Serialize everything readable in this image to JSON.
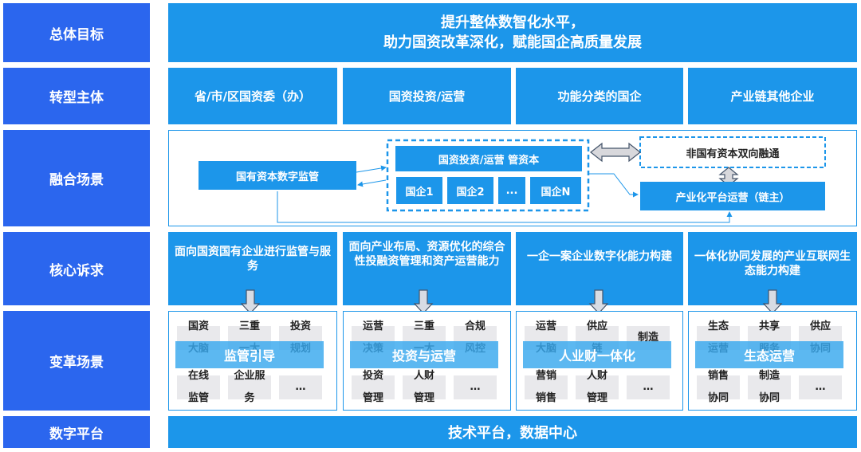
{
  "rows": {
    "goal": "总体目标",
    "subject": "转型主体",
    "scene": "融合场景",
    "needs": "核心诉求",
    "change": "变革场景",
    "digital": "数字平台"
  },
  "goal": {
    "line1": "提升整体数智化水平，",
    "line2": "助力国资改革深化，赋能国企高质量发展"
  },
  "subjects": [
    "省/市/区国资委（办）",
    "国资投资/运营",
    "功能分类的国企",
    "产业链其他企业"
  ],
  "scene": {
    "supervision": "国有资本数字监管",
    "capital": "国资投资/运营 管资本",
    "soe": [
      "国企1",
      "国企2",
      "...",
      "国企N"
    ],
    "nonstate": "非国有资本双向融通",
    "platform": "产业化平台运营（链主）"
  },
  "needs": [
    "面向国资国有企业进行监管与服务",
    "面向产业布局、资源优化的综合性投融资管理和资产运营能力",
    "一企一案企业数字化能力构建",
    "一体化协同发展的产业互联网生态能力构建"
  ],
  "change": [
    {
      "title": "监管引导",
      "tiles": [
        [
          "国资",
          "大脑"
        ],
        [
          "三重",
          "一大"
        ],
        [
          "投资",
          "规划"
        ],
        [
          "在线",
          "监管"
        ],
        [
          "企业服",
          "务"
        ],
        [
          "…"
        ]
      ]
    },
    {
      "title": "投资与运营",
      "tiles": [
        [
          "运营",
          "决策"
        ],
        [
          "三重",
          "一大"
        ],
        [
          "合规",
          "风控"
        ],
        [
          "投资",
          "管理"
        ],
        [
          "人财",
          "管理"
        ],
        [
          "…"
        ]
      ]
    },
    {
      "title": "人业财一体化",
      "tiles": [
        [
          "运营",
          "大脑"
        ],
        [
          "供应",
          "链"
        ],
        [
          "制造"
        ],
        [
          "营销",
          "销售"
        ],
        [
          "人财",
          "管理"
        ],
        [
          "…"
        ]
      ]
    },
    {
      "title": "生态运营",
      "tiles": [
        [
          "生态",
          "运营"
        ],
        [
          "共享",
          "服务"
        ],
        [
          "供应",
          "协同"
        ],
        [
          "销售",
          "协同"
        ],
        [
          "制造",
          "协同"
        ],
        [
          "…"
        ]
      ]
    }
  ],
  "digital": "技术平台，数据中心",
  "colors": {
    "label": "#2b66ee",
    "bar": "#1c96ea",
    "tile": "#e9e9ec"
  }
}
